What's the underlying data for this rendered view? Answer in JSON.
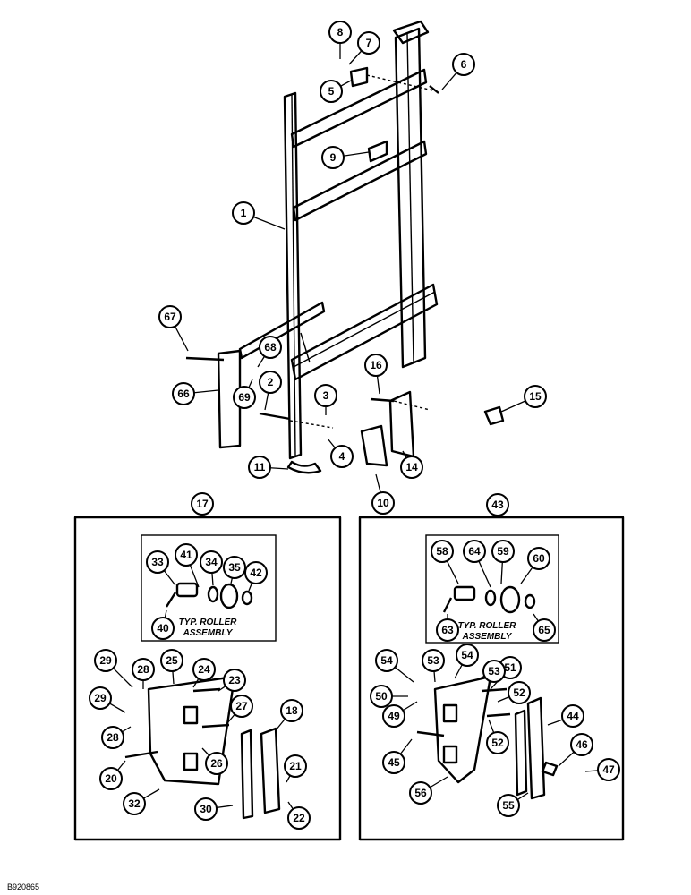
{
  "callouts": [
    "1",
    "2",
    "3",
    "4",
    "5",
    "6",
    "7",
    "8",
    "9",
    "10",
    "11",
    "14",
    "15",
    "16",
    "17",
    "18",
    "20",
    "21",
    "22",
    "23",
    "24",
    "25",
    "26",
    "27",
    "28",
    "29",
    "30",
    "32",
    "33",
    "34",
    "35",
    "40",
    "41",
    "42",
    "43",
    "44",
    "45",
    "46",
    "47",
    "49",
    "50",
    "51",
    "52",
    "53",
    "54",
    "55",
    "56",
    "58",
    "59",
    "60",
    "63",
    "64",
    "65",
    "66",
    "67",
    "68",
    "69"
  ],
  "left_inset": {
    "caption_line1": "TYP. ROLLER",
    "caption_line2": "ASSEMBLY"
  },
  "right_inset": {
    "caption_line1": "TYP. ROLLER",
    "caption_line2": "ASSEMBLY"
  },
  "document_id": "B920865"
}
